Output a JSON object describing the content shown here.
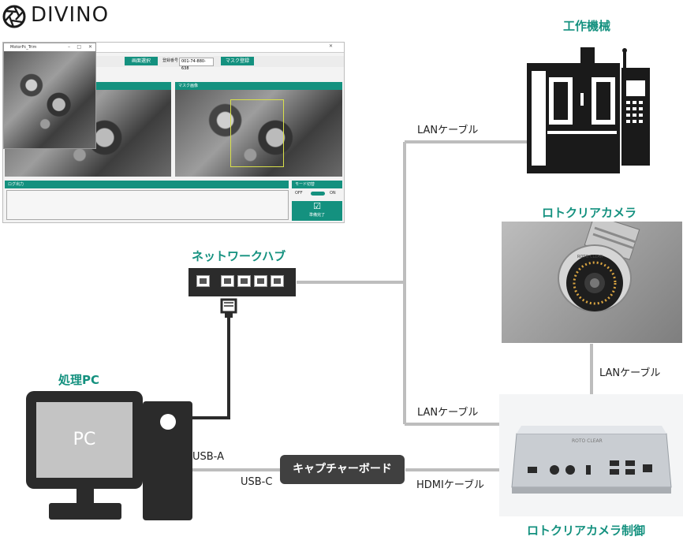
{
  "logo": {
    "text": "DIVINO"
  },
  "labels": {
    "machine_tool": "工作機械",
    "camera": "ロトクリアカメラ",
    "hub": "ネットワークハブ",
    "pc_title": "処理PC",
    "controller": "ロトクリアカメラ制御",
    "capture_board": "キャプチャーボード",
    "pc_screen": "PC"
  },
  "cables": {
    "lan_machine": "LANケーブル",
    "lan_camera": "LANケーブル",
    "lan_controller": "LANケーブル",
    "usb_a": "USB-A",
    "usb_c": "USB-C",
    "hdmi": "HDMIケーブル"
  },
  "app_window": {
    "float_title": "MotorPc_Trim",
    "toolbar_btn1": "画面選択",
    "toolbar_label": "登録番号",
    "toolbar_value": "001-74-880-638",
    "toolbar_btn2": "マスク登録",
    "panel_right_title": "マスク画像",
    "log_title": "ログ出力",
    "mode_title": "モード切替",
    "off_label": "OFF",
    "on_label": "ON",
    "done_label": "準備完了"
  },
  "camera_text": "ROTO CLEAR",
  "controller_text": "ROTO CLEAR",
  "colors": {
    "accent": "#14917f",
    "dark": "#2b2b2b",
    "wire": "#bdbdbd"
  }
}
